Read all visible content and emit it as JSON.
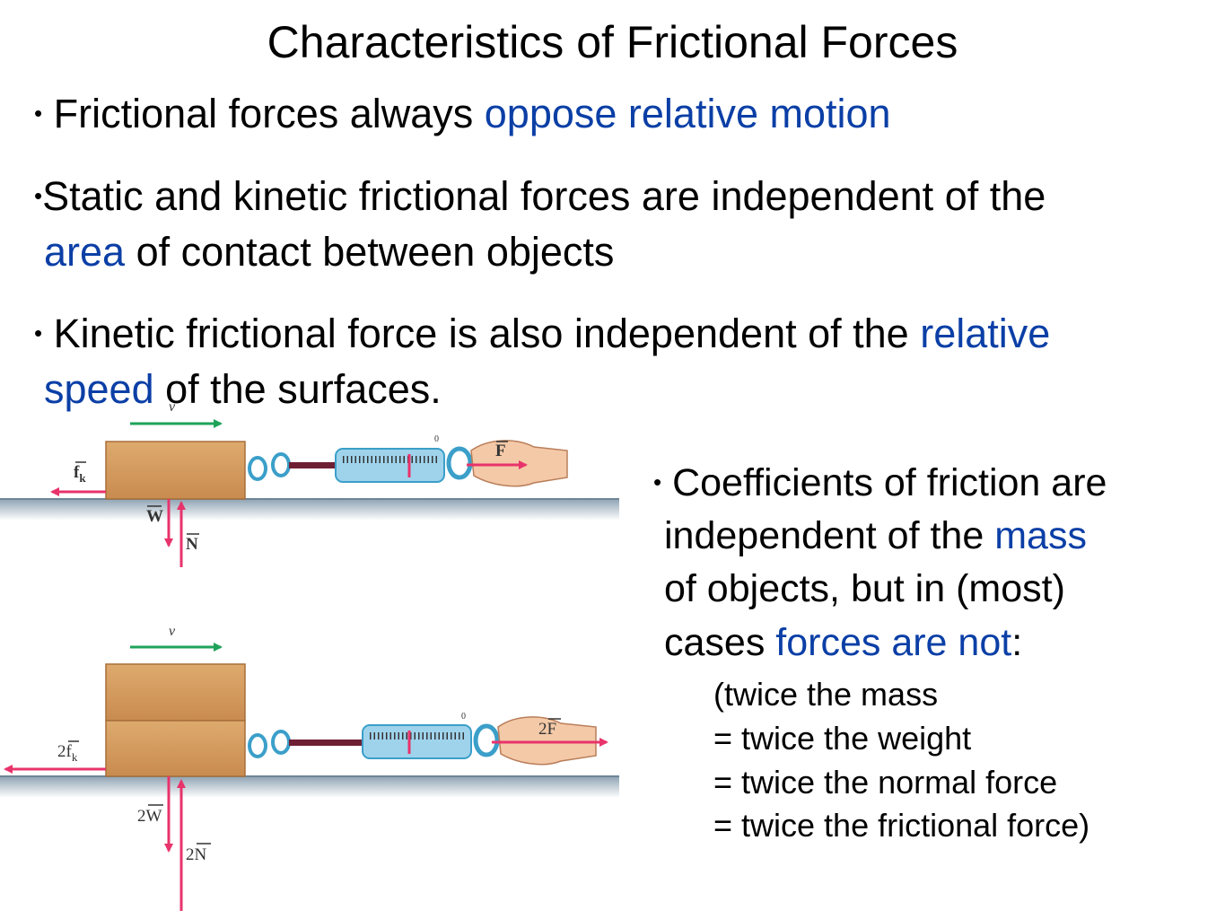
{
  "title": "Characteristics of Frictional Forces",
  "bullets": {
    "b1": {
      "bullet": "•",
      "pre": "Frictional forces always ",
      "highlight": "oppose relative motion"
    },
    "b2": {
      "bullet": "•",
      "pre": "Static and kinetic frictional forces are independent of the",
      "highlight": "area",
      "post": " of contact between objects"
    },
    "b3": {
      "bullet": "•",
      "pre": "Kinetic frictional force is also independent of the ",
      "highlight1": "relative",
      "highlight2": "speed",
      "post": " of the surfaces."
    }
  },
  "right_text": {
    "bullet": "•",
    "line1": "Coefficients of friction are",
    "line2_pre": "independent of the ",
    "line2_highlight": "mass",
    "line3": "of objects, but in (most)",
    "line4_pre": "cases ",
    "line4_highlight": "forces are not",
    "line4_post": ":",
    "sub1": "(twice the mass",
    "sub2": "= twice the weight",
    "sub3": "= twice the normal force",
    "sub4": "= twice the frictional force)"
  },
  "figure_top": {
    "velocity_label": "v",
    "friction_label": "f",
    "friction_sub": "k",
    "weight_label": "W",
    "normal_label": "N",
    "force_label": "F",
    "scale_zero": "0"
  },
  "figure_bottom": {
    "velocity_label": "v",
    "friction_label": "2f",
    "friction_sub": "k",
    "weight_label": "2W",
    "normal_label": "2N",
    "force_label": "2F",
    "scale_zero": "0"
  },
  "colors": {
    "accent_blue": "#0b3fa6",
    "force_arrow": "#e8336b",
    "velocity_arrow": "#1fa35a",
    "block": "#d49a5e",
    "scale": "#9fd3ec",
    "ground": "#b9c7d1"
  }
}
